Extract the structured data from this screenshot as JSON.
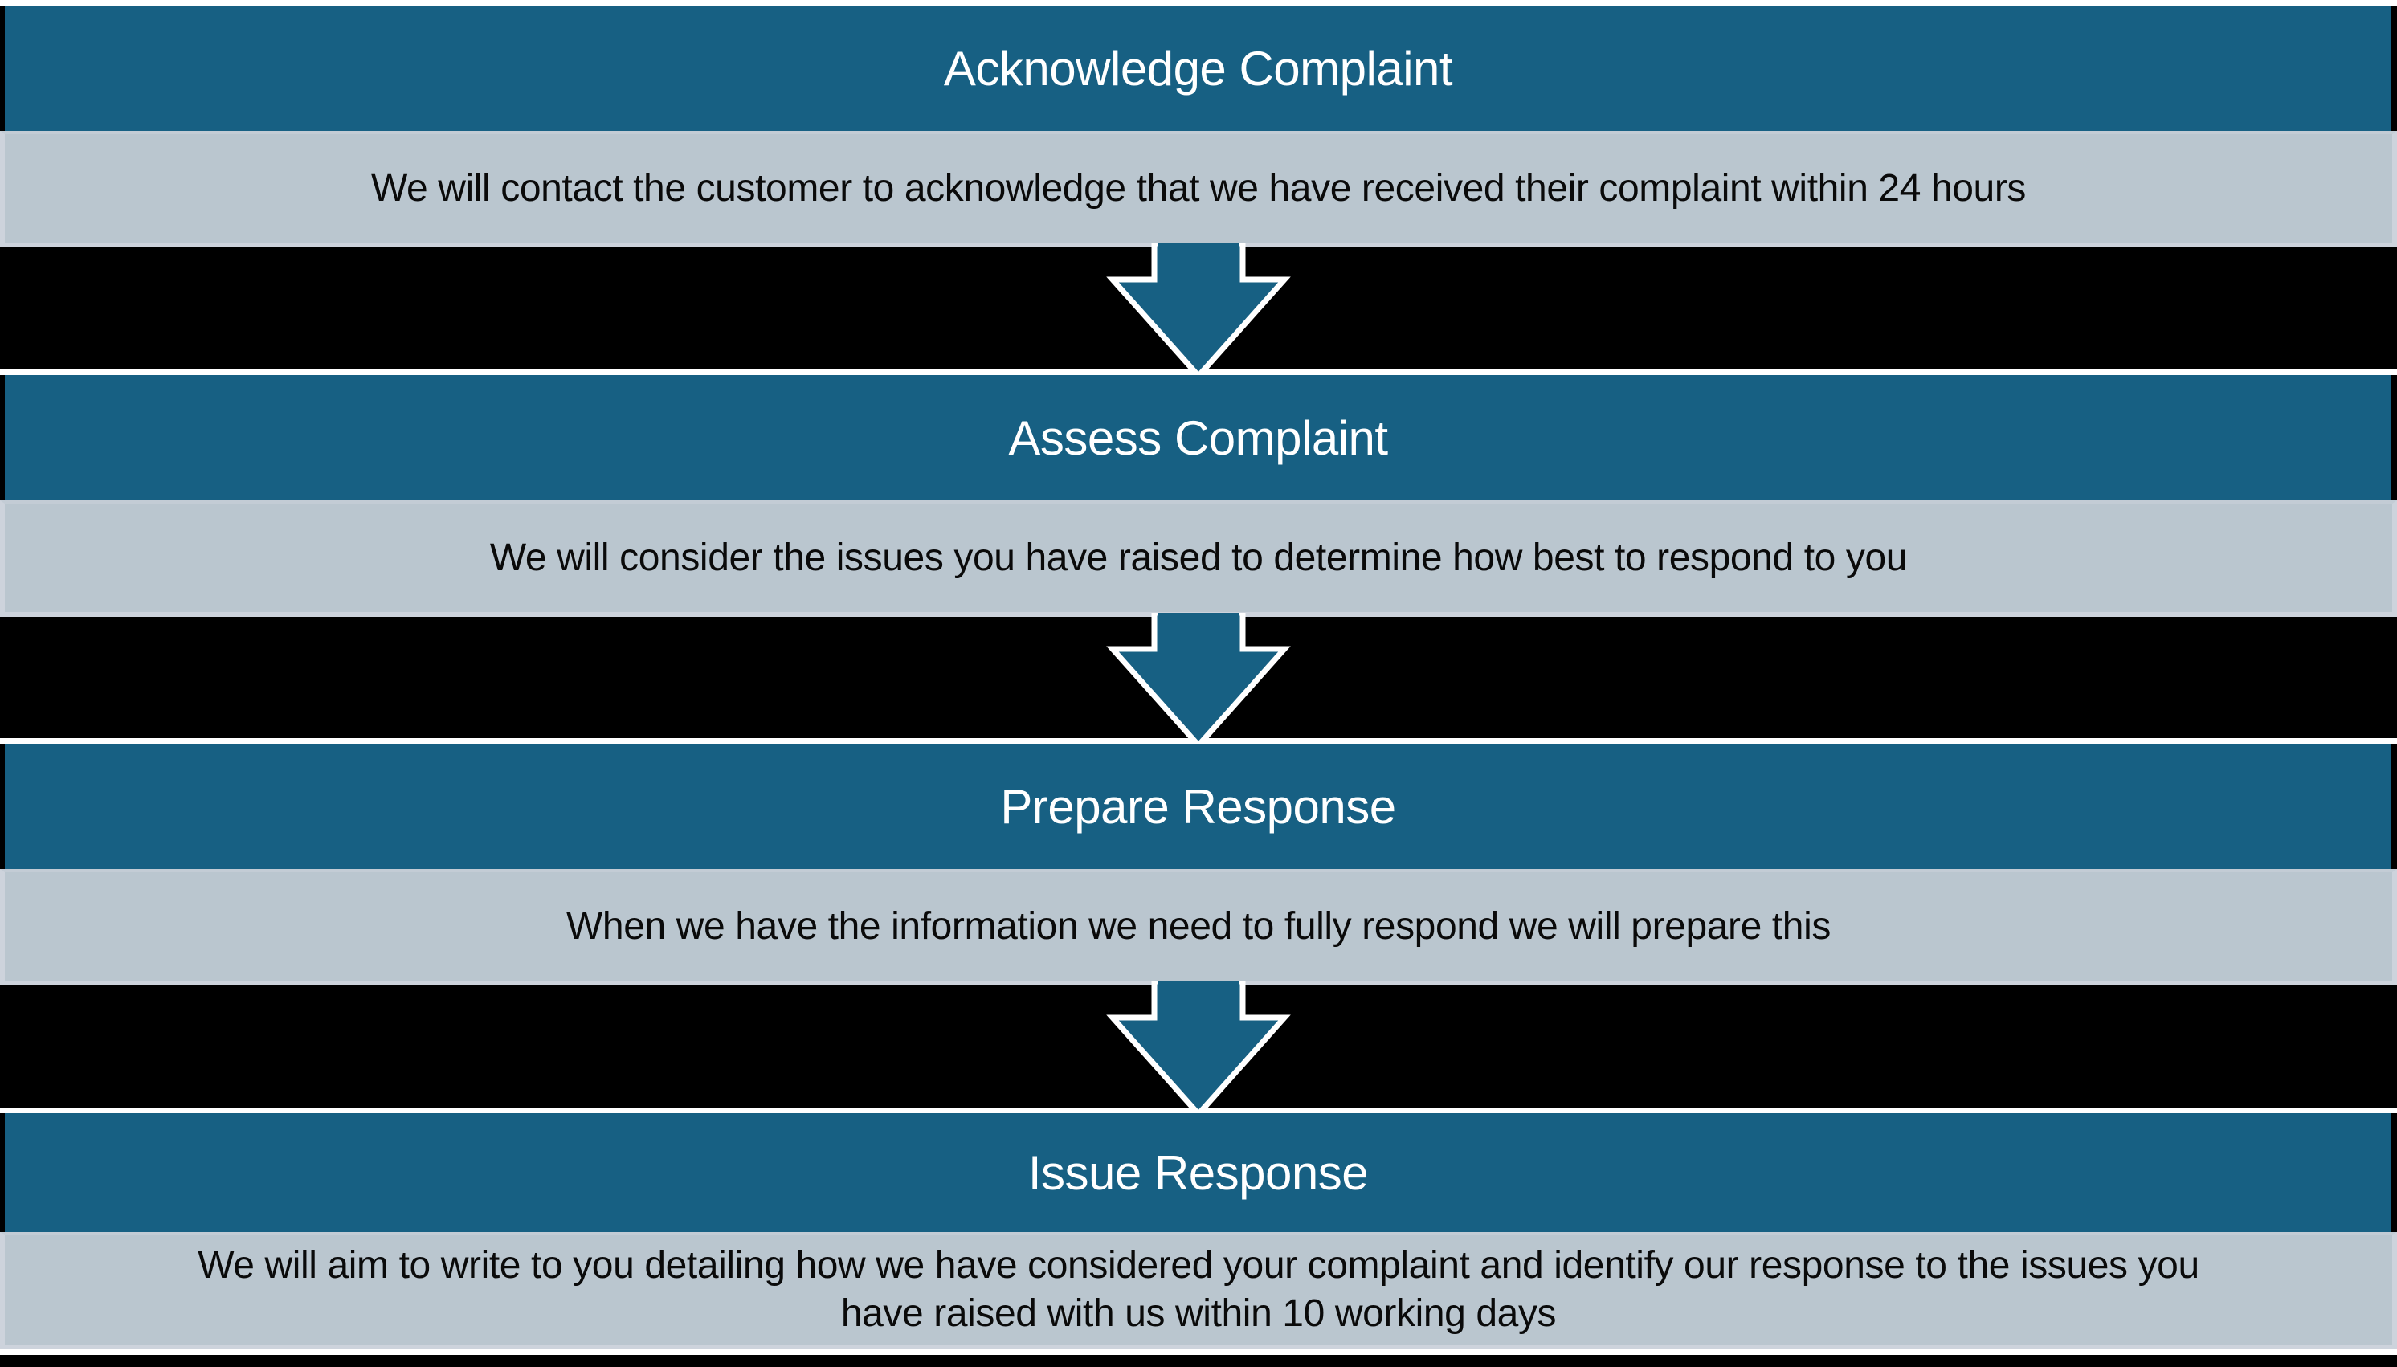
{
  "diagram": {
    "type": "process-flow",
    "colors": {
      "header_bg": "#176083",
      "body_bg": "#bac6cf",
      "body_border": "#cdd3dc",
      "connector_bg": "#000000",
      "arrow_fill": "#176083",
      "arrow_outline": "#ffffff"
    },
    "steps": [
      {
        "title": "Acknowledge Complaint",
        "description": "We will contact the customer to acknowledge that we have received their complaint within 24 hours"
      },
      {
        "title": "Assess Complaint",
        "description": "We will consider the issues you have raised to determine how best to respond to you"
      },
      {
        "title": "Prepare Response",
        "description": "When we have the information we need to fully respond we will prepare this"
      },
      {
        "title": "Issue Response",
        "description_line1": "We will aim to write to you detailing how we have considered your complaint and identify our response to the issues you",
        "description_line2": "have raised with us within 10 working days"
      }
    ],
    "connectors": [
      {
        "icon": "down-arrow-icon"
      },
      {
        "icon": "down-arrow-icon"
      },
      {
        "icon": "down-arrow-icon"
      }
    ]
  }
}
